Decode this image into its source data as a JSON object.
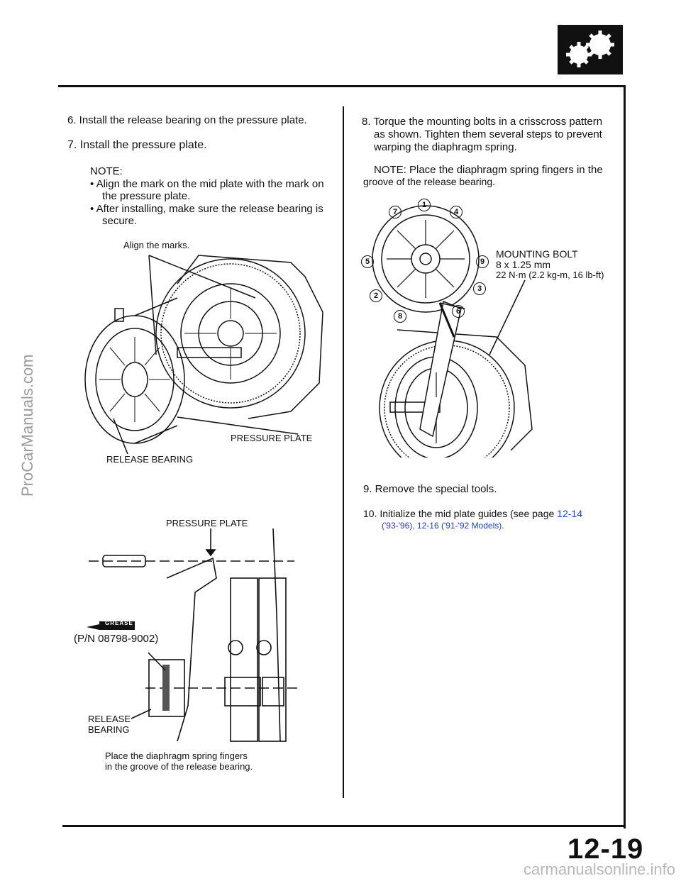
{
  "steps_left": {
    "step6": "6.   Install the release bearing on the pressure plate.",
    "step7": "7.   Install the pressure plate.",
    "note_label": "NOTE:",
    "note1_line1": "• Align the mark on the mid plate with the mark on",
    "note1_line2": "the pressure plate.",
    "note2_line1": "• After installing, make sure the release bearing is",
    "note2_line2": "secure."
  },
  "figure1": {
    "align_label": "Align the marks.",
    "pressure_plate_label": "PRESSURE PLATE",
    "release_bearing_label": "RELEASE BEARING"
  },
  "figure2": {
    "pressure_plate_label": "PRESSURE PLATE",
    "grease_label": "GREASE",
    "part_number": "(P/N 08798-9002)",
    "release_label_line1": "RELEASE",
    "release_label_line2": "BEARING",
    "caption_line1": "Place the diaphragm spring fingers",
    "caption_line2": "in the groove of the release bearing."
  },
  "steps_right": {
    "step8_line1": "8.  Torque the mounting bolts in a crisscross pattern",
    "step8_line2": "as shown. Tighten them several steps to prevent",
    "step8_line3": "warping the diaphragm spring.",
    "note_line1": "NOTE: Place the diaphragm spring fingers in the",
    "note_line2": "groove of the release bearing.",
    "step9": "9. Remove the special tools.",
    "step10_text": "10.  Initialize the mid plate guides (see page ",
    "step10_link1": "12-14",
    "step10_link2": "('93-'96), 12-16 ('91-'92 Models)."
  },
  "figure3": {
    "bolt_label": "MOUNTING BOLT",
    "bolt_size": "8 x 1.25 mm",
    "torque": "22 N·m (2.2 kg-m, 16 lb-ft)",
    "bolt_numbers": [
      "1",
      "2",
      "3",
      "4",
      "5",
      "6",
      "7",
      "8",
      "9"
    ]
  },
  "page_number": "12-19",
  "watermark_side": "ProCarManuals.com",
  "watermark_bottom": "carmanualsonline.info"
}
